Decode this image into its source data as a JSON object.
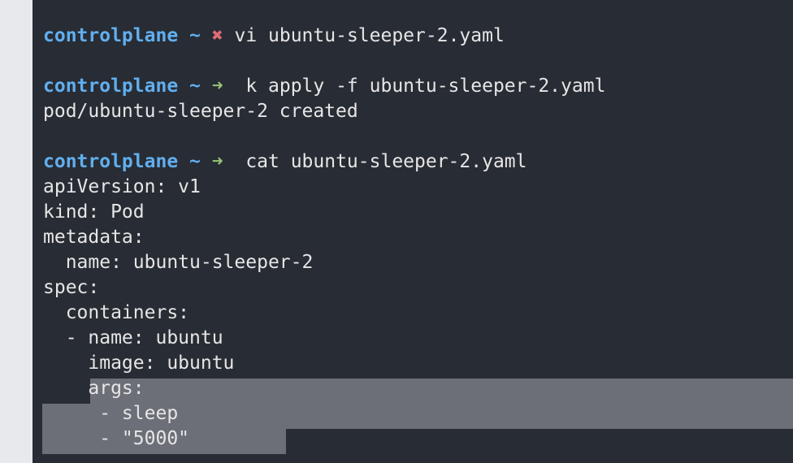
{
  "terminal": {
    "prompt": {
      "host": "controlplane",
      "tilde": "~",
      "error_mark": "✖",
      "success_mark": "➜"
    },
    "commands": [
      {
        "text": "vi ubuntu-sleeper-2.yaml",
        "status": "error"
      },
      {
        "text": "k apply -f ubuntu-sleeper-2.yaml",
        "status": "ok"
      },
      {
        "text": "cat ubuntu-sleeper-2.yaml",
        "status": "ok"
      }
    ],
    "outputs": {
      "apply_result": "pod/ubuntu-sleeper-2 created",
      "yaml_lines": [
        "apiVersion: v1",
        "kind: Pod",
        "metadata:",
        "  name: ubuntu-sleeper-2",
        "spec:",
        "  containers:",
        "  - name: ubuntu",
        "    image: ubuntu",
        "    args:",
        "     - sleep",
        "     - \"5000\""
      ]
    },
    "colors": {
      "background": "#282c34",
      "host": "#61afef",
      "error_mark": "#e06c75",
      "success_mark": "#98c379",
      "text": "#e6e6e6",
      "selection": "#6c6f78"
    }
  }
}
